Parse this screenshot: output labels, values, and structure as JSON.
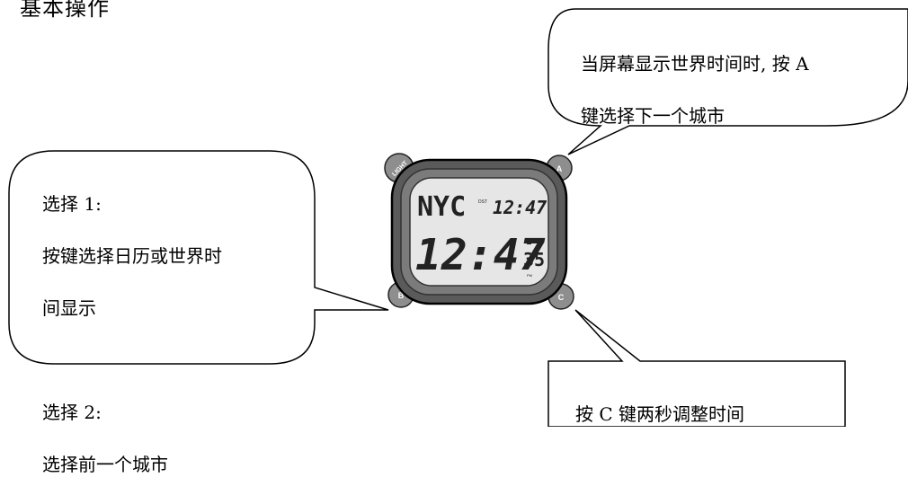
{
  "page": {
    "heading": "基本操作"
  },
  "callouts": {
    "top_right": {
      "line1": "当屏幕显示世界时间时, 按 A",
      "line2": "键选择下一个城市"
    },
    "left": {
      "line1": "选择 1:",
      "line2": "按键选择日历或世界时",
      "line3": "间显示",
      "line4": "选择 2:",
      "line5": "选择前一个城市"
    },
    "bottom_right": {
      "line1": "按 C 键两秒调整时间"
    }
  },
  "watch": {
    "buttons": {
      "light": "LIGHT",
      "a": "A",
      "b": "B",
      "c": "C"
    },
    "display": {
      "city": "NYC",
      "dst": "DST",
      "world_time": "12:47",
      "main_time": "12:47",
      "seconds": "35",
      "pm": "PM"
    }
  },
  "colors": {
    "outline": "#000000",
    "case_dark": "#5a5a5a",
    "bezel": "#7b7b7b",
    "lcd": "#e6e6e6",
    "button_metal": "#8e8e8e"
  }
}
